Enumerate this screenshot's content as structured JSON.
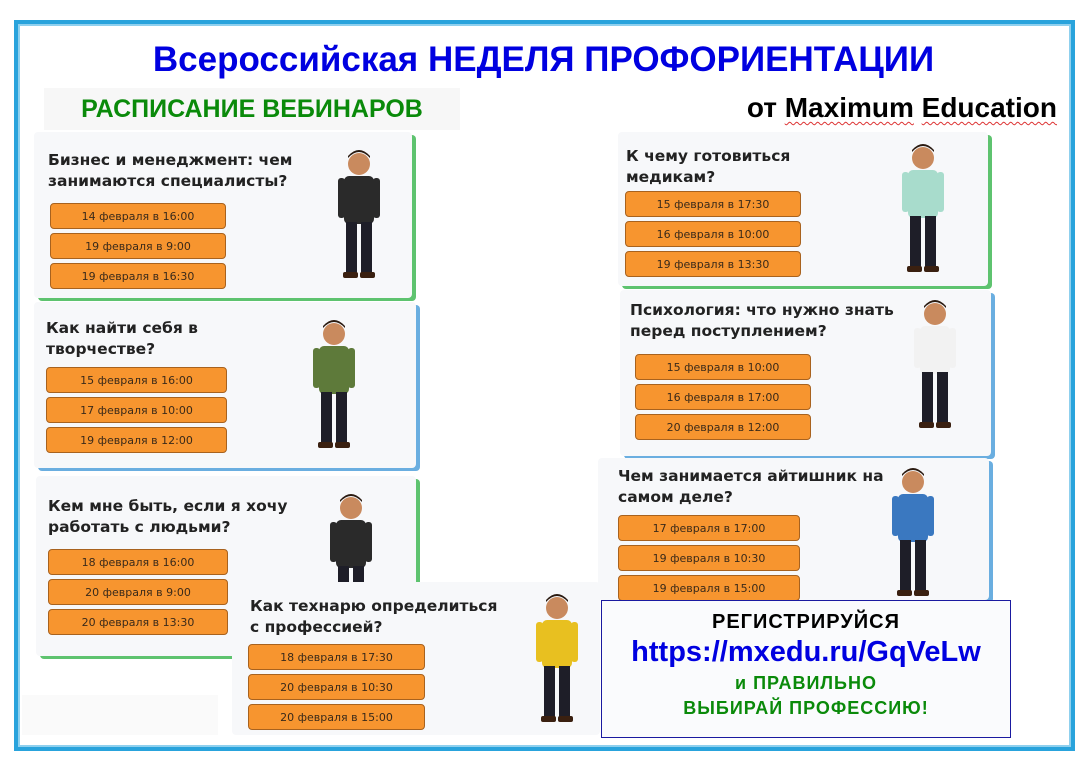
{
  "header": {
    "title": "Всероссийская НЕДЕЛЯ ПРОФОРИЕНТАЦИИ",
    "subtitle": "РАСПИСАНИЕ ВЕБИНАРОВ",
    "brand_prefix": "от",
    "brand_word1": "Maximum",
    "brand_word2": "Education"
  },
  "cards": [
    {
      "title": "Бизнес и менеджмент: чем занимаются специалисты?",
      "dates": [
        "14 февраля в 16:00",
        "19 февраля в 9:00",
        "19 февраля в 16:30"
      ],
      "figure": "businessman-icon"
    },
    {
      "title": "Как найти себя в творчестве?",
      "dates": [
        "15 февраля в 16:00",
        "17 февраля в 10:00",
        "19 февраля в 12:00"
      ],
      "figure": "artist-icon"
    },
    {
      "title": "Кем мне быть, если я хочу работать с людьми?",
      "dates": [
        "18 февраля в 16:00",
        "20 февраля в 9:00",
        "20 февраля в 13:30"
      ],
      "figure": "businesswoman-icon"
    },
    {
      "title": "Как технарю определиться с профессией?",
      "dates": [
        "18 февраля в 17:30",
        "20 февраля в 10:30",
        "20 февраля в 15:00"
      ],
      "figure": "engineer-icon"
    },
    {
      "title": "К чему готовиться медикам?",
      "dates": [
        "15 февраля в 17:30",
        "16 февраля в 10:00",
        "19 февраля в 13:30"
      ],
      "figure": "doctor-icon"
    },
    {
      "title": "Психология: что нужно знать перед поступлением?",
      "dates": [
        "15 февраля в 10:00",
        "16 февраля в 17:00",
        "20 февраля в 12:00"
      ],
      "figure": "psychologist-icon"
    },
    {
      "title": "Чем занимается айтишник на самом деле?",
      "dates": [
        "17 февраля в 17:00",
        "19 февраля в 10:30",
        "19 февраля в 15:00"
      ],
      "figure": "it-specialist-icon"
    }
  ],
  "registration": {
    "line1": "РЕГИСТРИРУЙСЯ",
    "url": "https://mxedu.ru/GqVeLw",
    "line3": "и ПРАВИЛЬНО",
    "line4": "ВЫБИРАЙ ПРОФЕССИЮ!"
  },
  "colors": {
    "frame": "#29a3dc",
    "title": "#0000e0",
    "green": "#0a8a0a",
    "button": "#f7952f"
  }
}
